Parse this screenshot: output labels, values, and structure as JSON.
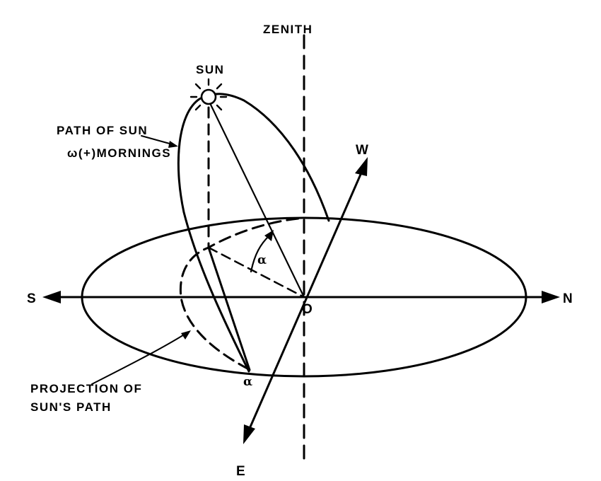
{
  "labels": {
    "zenith": "ZENITH",
    "sun": "SUN",
    "path_of_sun": "PATH OF SUN",
    "mornings": "ω(+)MORNINGS",
    "west": "W",
    "north": "N",
    "south": "S",
    "east": "E",
    "origin": "O",
    "alpha_upper": "α",
    "alpha_lower": "α",
    "projection_line1": "PROJECTION OF",
    "projection_line2": "SUN'S PATH"
  },
  "colors": {
    "ink": "#000000",
    "background": "#ffffff"
  }
}
